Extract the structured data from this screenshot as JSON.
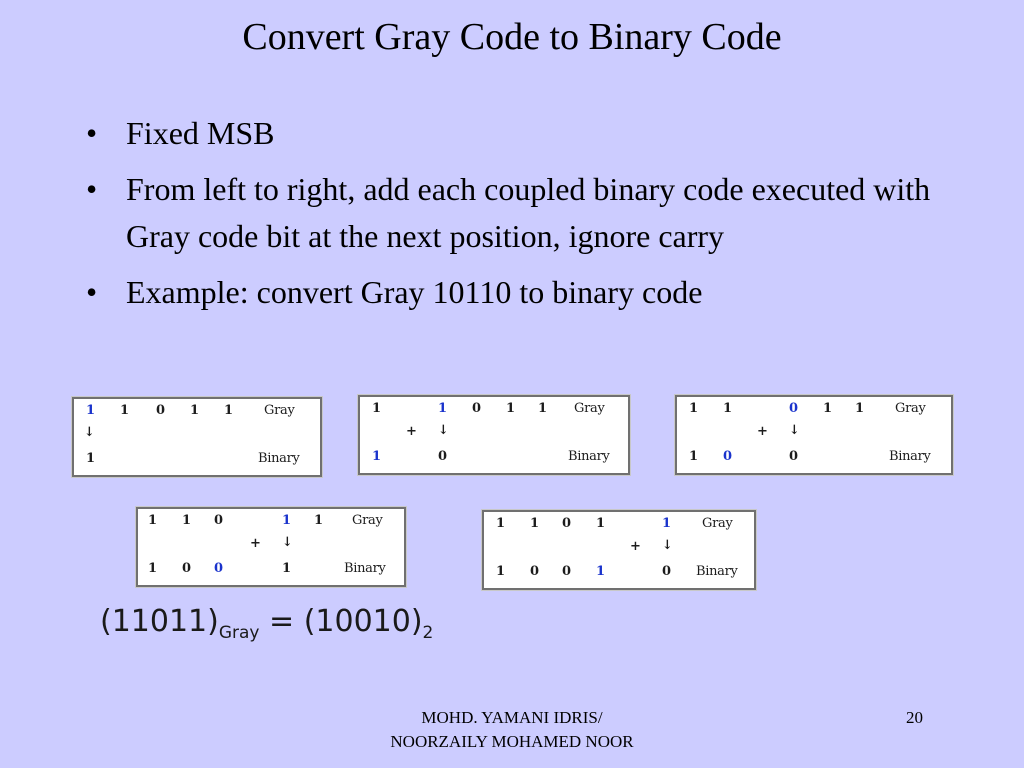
{
  "slide": {
    "title": "Convert Gray Code to Binary Code",
    "bullets": [
      "Fixed MSB",
      "From left to right, add each coupled binary code executed with Gray code bit at the next position, ignore carry",
      "Example: convert Gray 10110 to binary code"
    ],
    "bullet_glyph": "•"
  },
  "steps": [
    {
      "gray": [
        "1",
        "1",
        "0",
        "1",
        "1"
      ],
      "op": "↓",
      "binary": [
        "1"
      ],
      "gray_label": "Gray",
      "binary_label": "Binary"
    },
    {
      "gray": [
        "1",
        "1",
        "0",
        "1",
        "1"
      ],
      "plus": "+",
      "op": "↓",
      "binary": [
        "1",
        "0"
      ],
      "gray_label": "Gray",
      "binary_label": "Binary"
    },
    {
      "gray": [
        "1",
        "1",
        "0",
        "1",
        "1"
      ],
      "plus": "+",
      "op": "↓",
      "binary": [
        "1",
        "0",
        "0"
      ],
      "gray_label": "Gray",
      "binary_label": "Binary"
    },
    {
      "gray": [
        "1",
        "1",
        "0",
        "1",
        "1"
      ],
      "plus": "+",
      "op": "↓",
      "binary": [
        "1",
        "0",
        "0",
        "1"
      ],
      "gray_label": "Gray",
      "binary_label": "Binary"
    },
    {
      "gray": [
        "1",
        "1",
        "0",
        "1",
        "1"
      ],
      "plus": "+",
      "op": "↓",
      "binary": [
        "1",
        "0",
        "0",
        "1",
        "0"
      ],
      "gray_label": "Gray",
      "binary_label": "Binary"
    }
  ],
  "formula": {
    "lhs": "(11011)",
    "lhs_sub": "Gray",
    "eq": " = ",
    "rhs": "(10010)",
    "rhs_sub": "2"
  },
  "footer": {
    "author_line1": "MOHD. YAMANI IDRIS/",
    "author_line2": "NOORZAILY MOHAMED NOOR",
    "page_number": "20"
  },
  "colors": {
    "background": "#ccccff",
    "highlight": "#1a33cc"
  }
}
